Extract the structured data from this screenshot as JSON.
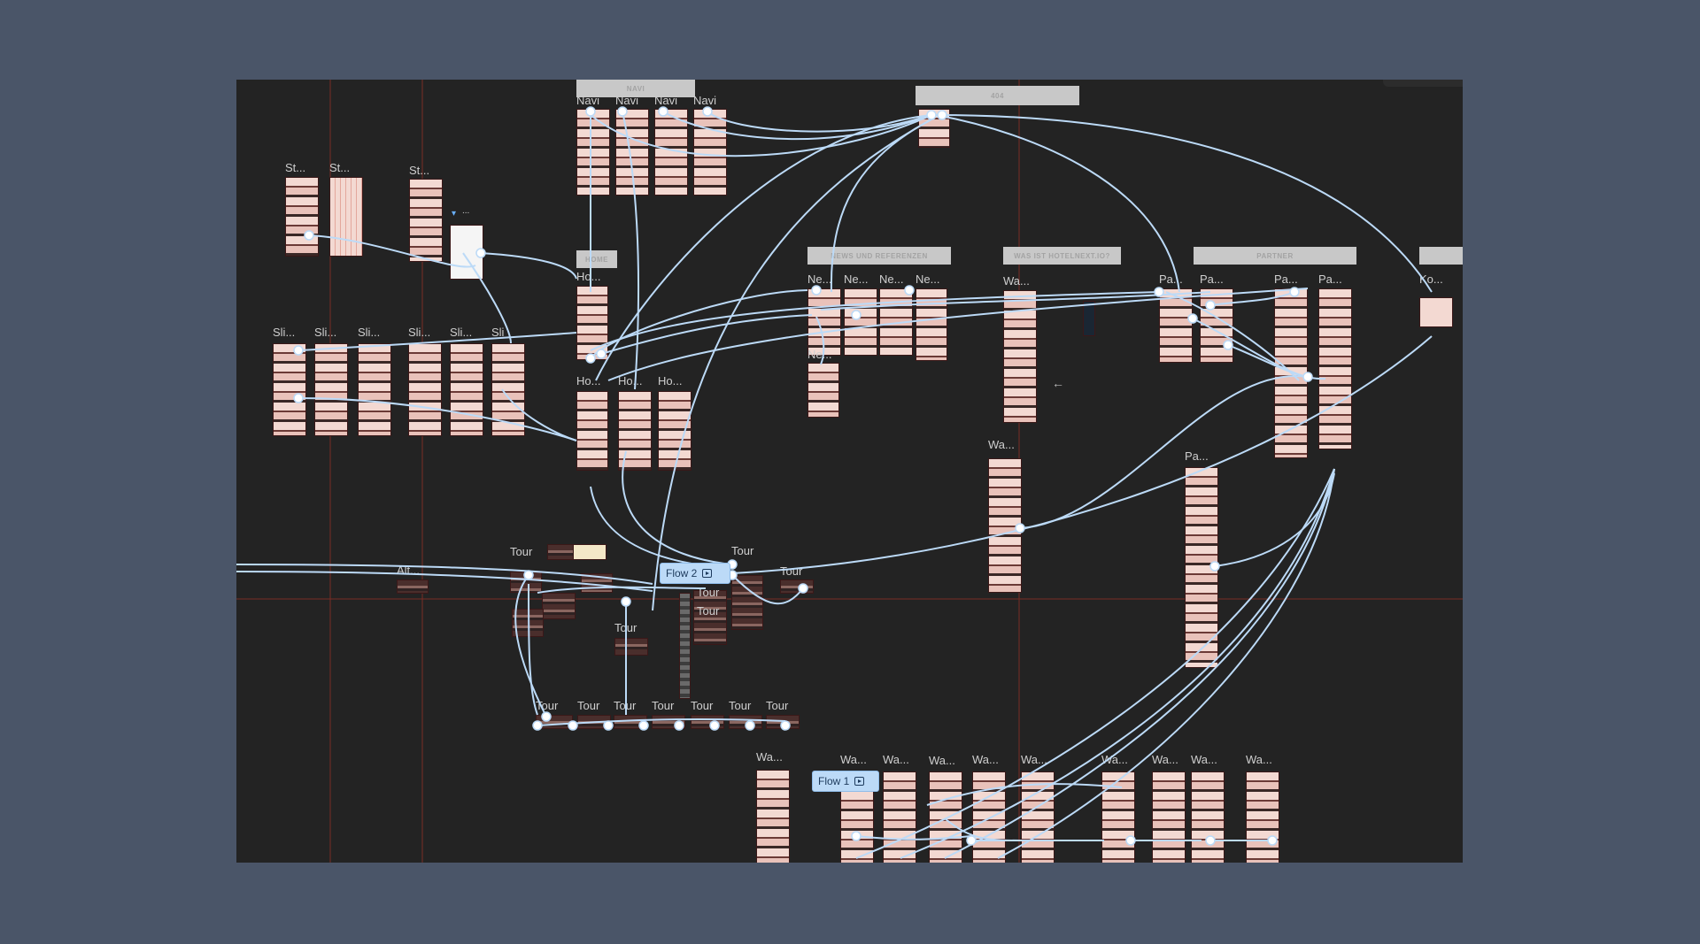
{
  "colors": {
    "backdrop": "#4a5568",
    "canvas": "#232323",
    "connector": "#bcdaf7",
    "guide_line": "#7a2c24",
    "section_header": "#c8c8c8"
  },
  "sections": [
    {
      "id": "navi",
      "title": "NAVI"
    },
    {
      "id": "e404",
      "title": "404"
    },
    {
      "id": "home",
      "title": "HOME"
    },
    {
      "id": "news",
      "title": "NEWS UND REFERENZEN"
    },
    {
      "id": "was",
      "title": "WAS IST HOTELNEXT.IO?"
    },
    {
      "id": "partner",
      "title": "PARTNER"
    },
    {
      "id": "extra",
      "title": ""
    }
  ],
  "frame_labels": [
    "Navi",
    "Navi",
    "Navi",
    "Navi",
    "St...",
    "St...",
    "St...",
    "...",
    "Sli...",
    "Sli...",
    "Sli...",
    "Sli...",
    "Sli...",
    "Sli",
    "Ho...",
    "Ho...",
    "Ho...",
    "Ho...",
    "Ne...",
    "Ne...",
    "Ne...",
    "Ne...",
    "Ne...",
    "Wa...",
    "Wa...",
    "Pa...",
    "Pa...",
    "Pa...",
    "Pa...",
    "Pa...",
    "Ko...",
    "Tour",
    "Tour",
    "Tour",
    "Alt...",
    "Tour",
    "Tour",
    "Tour",
    "Tour",
    "Tour",
    "Tour",
    "Tour",
    "Tour",
    "Tour",
    "Tour",
    "Wa...",
    "Wa...",
    "Wa...",
    "Wa...",
    "Wa...",
    "Wa...",
    "Wa...",
    "Wa...",
    "Wa...",
    "Wa...",
    "404"
  ],
  "flows": [
    {
      "label": "Flow 2",
      "icon": "play-flow-icon"
    },
    {
      "label": "Flow 1",
      "icon": "play-flow-icon"
    }
  ],
  "icons": [
    "wifi-icon",
    "arrow-left-icon"
  ]
}
